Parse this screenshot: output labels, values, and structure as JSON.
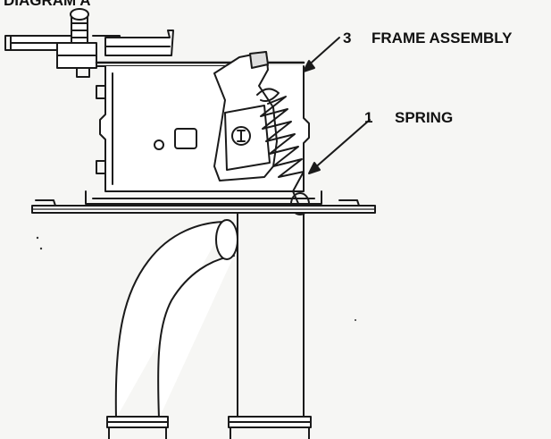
{
  "header": {
    "text": "DIAGRAM A"
  },
  "callouts": [
    {
      "number": "3",
      "label": "FRAME ASSEMBLY"
    },
    {
      "number": "1",
      "label": "SPRING"
    }
  ]
}
